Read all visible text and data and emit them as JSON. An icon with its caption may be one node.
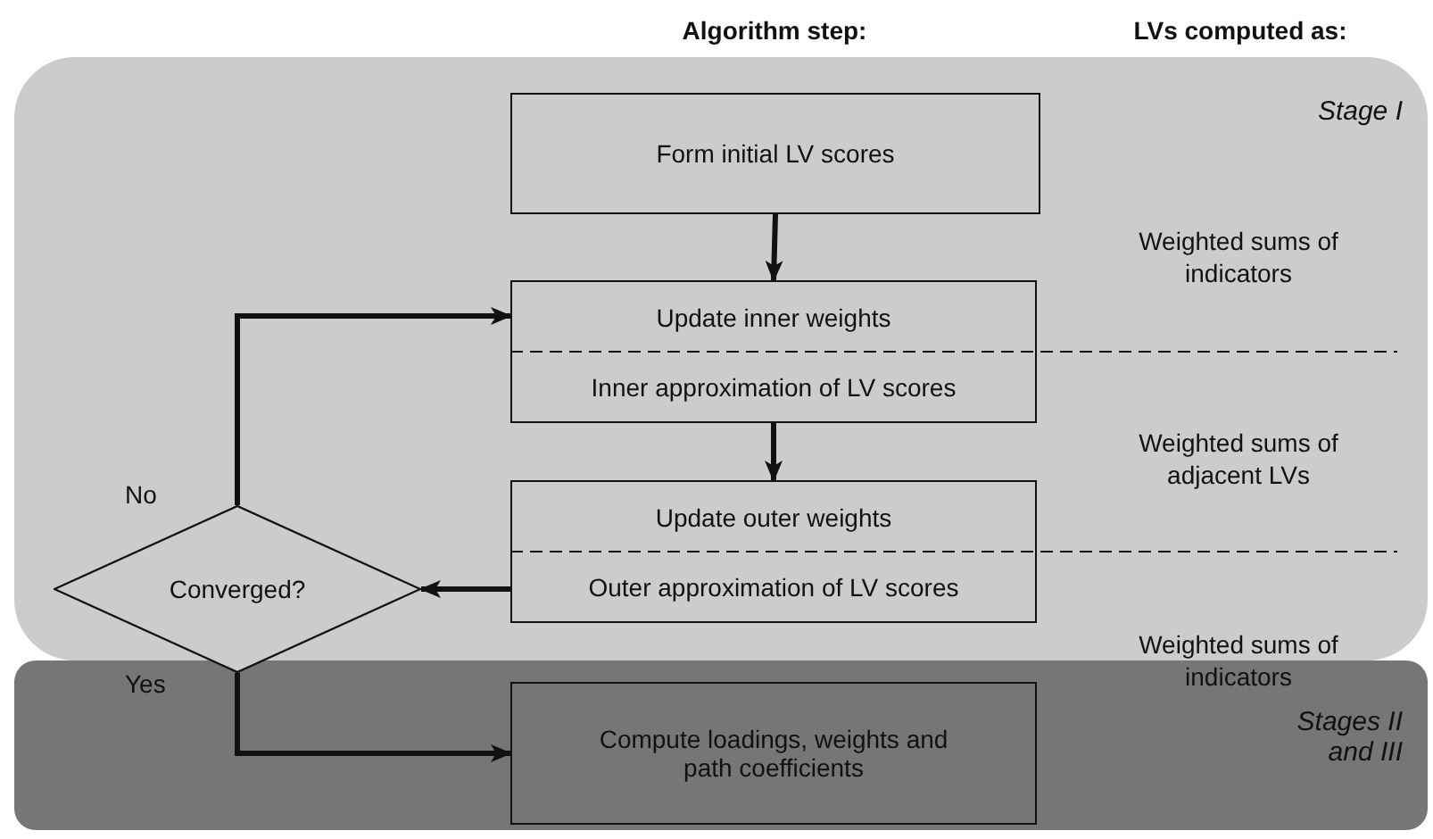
{
  "diagram": {
    "nodes": [
      {
        "text": [
          "Stage I"
        ]
      },
      {
        "text": [
          "Stages II and III"
        ]
      },
      {
        "text": [
          "Form initial LV scores"
        ],
        "in": 0
      },
      {
        "text": [
          "Update inner weights",
          "Inner approximation of LV scores"
        ],
        "in": 0
      },
      {
        "text": [
          "Update outer weights",
          "Outer approximation of LV scores"
        ],
        "in": 0
      },
      {
        "text": [
          "Converged?"
        ]
      },
      {
        "text": [
          "Compute loadings, weights and path coefficients"
        ],
        "in": 1
      }
    ],
    "edges": [
      {
        "from": 2,
        "to": 3,
        "arrow": "to"
      },
      {
        "from": 3,
        "to": 4,
        "arrow": "to"
      },
      {
        "from": 4,
        "to": 5,
        "arrow": "to"
      },
      {
        "from": 5,
        "to": 3,
        "arrow": "to",
        "label": "No"
      },
      {
        "from": 5,
        "to": 6,
        "arrow": "to",
        "label": "Yes"
      }
    ],
    "labels": [
      "Algorithm step:",
      "LVs computed as:",
      "Weighted sums of indicators",
      "Weighted sums of adjacent LVs",
      "Weighted sums of indicators"
    ]
  }
}
